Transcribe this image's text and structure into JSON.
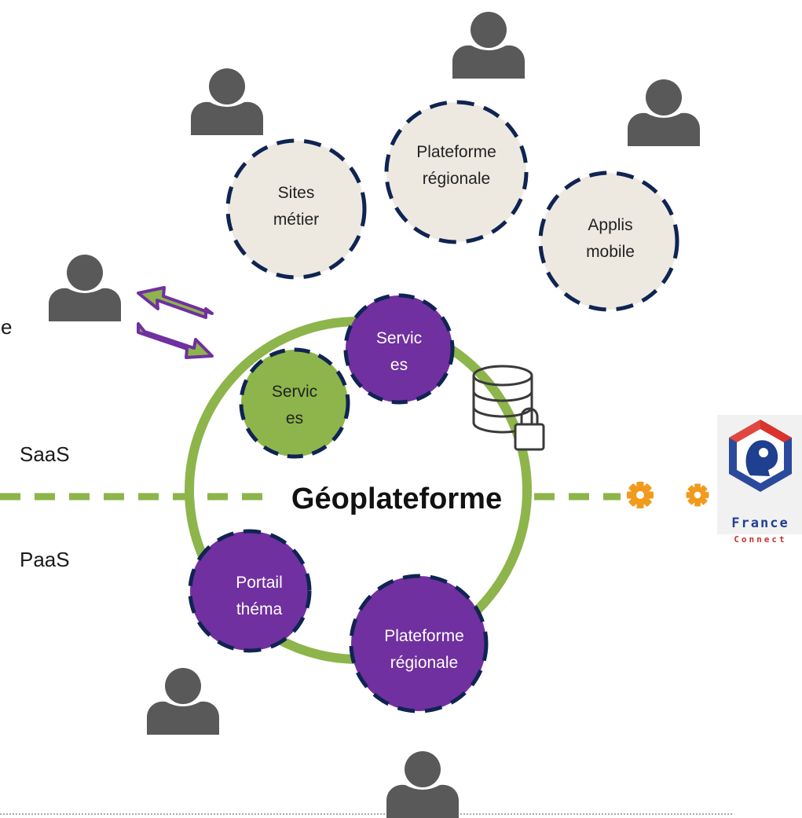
{
  "title": "Géoplateforme",
  "layers": {
    "upper": "SaaS",
    "lower": "PaaS",
    "edge_fragment": "e"
  },
  "outer_nodes": [
    {
      "line1": "Sites",
      "line2": "métier"
    },
    {
      "line1": "Plateforme",
      "line2": "régionale"
    },
    {
      "line1": "Applis",
      "line2": "mobile"
    }
  ],
  "inner_services": [
    {
      "line1": "Servic",
      "line2": "es"
    },
    {
      "line1": "Servic",
      "line2": "es"
    }
  ],
  "paas_nodes": [
    {
      "line1": "Portail",
      "line2": "théma"
    },
    {
      "line1": "Plateforme",
      "line2": "régionale"
    }
  ],
  "franceconnect": {
    "line1": "France",
    "line2": "Connect"
  },
  "icons": [
    "user-icon",
    "database-lock-icon",
    "gear-icon",
    "exchange-arrows-icon",
    "franceconnect-logo"
  ],
  "colors": {
    "green": "#8db54b",
    "purple": "#7030a0",
    "navy": "#0f2452",
    "beige": "#ede9e1",
    "gear": "#f29a1c",
    "user": "#595959"
  }
}
